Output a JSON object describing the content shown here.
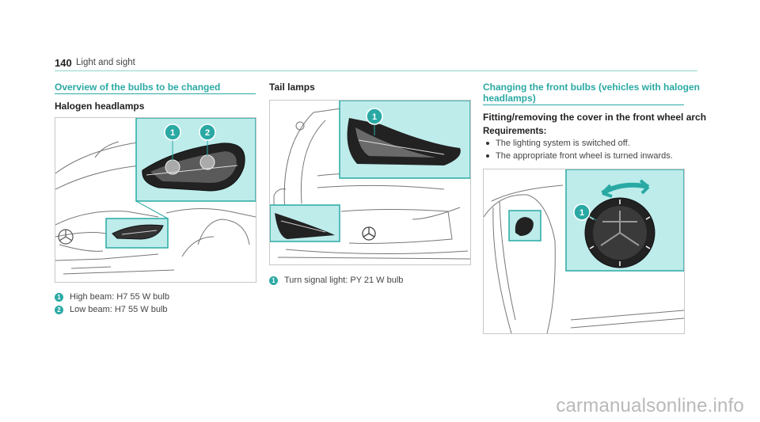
{
  "header": {
    "page_number": "140",
    "section": "Light and sight"
  },
  "col1": {
    "heading": "Overview of the bulbs to be changed",
    "subheading": "Halogen headlamps",
    "captions": [
      {
        "num": "1",
        "text": "High beam: H7 55 W bulb"
      },
      {
        "num": "2",
        "text": "Low beam: H7 55 W bulb"
      }
    ],
    "markers": [
      "1",
      "2"
    ]
  },
  "col2": {
    "subheading": "Tail lamps",
    "captions": [
      {
        "num": "1",
        "text": "Turn signal light: PY 21 W bulb"
      }
    ],
    "markers": [
      "1"
    ]
  },
  "col3": {
    "heading_line1": "Changing the front bulbs (vehicles with halogen",
    "heading_line2": "headlamps)",
    "subheading": "Fitting/removing the cover in the front wheel arch",
    "requirements_label": "Requirements:",
    "requirements": [
      "The lighting system is switched off.",
      "The appropriate front wheel is turned inwards."
    ],
    "markers": [
      "1"
    ]
  },
  "watermark": "carmanualsonline.info",
  "colors": {
    "accent": "#2aa9a4",
    "highlight": "#bdeceb"
  }
}
